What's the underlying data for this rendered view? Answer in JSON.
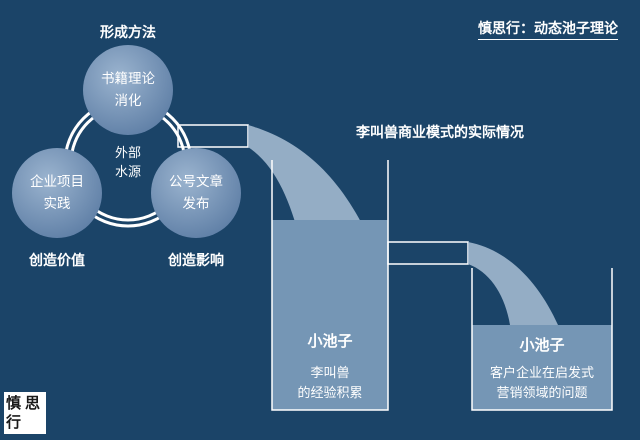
{
  "header": {
    "title": "慎思行：动态池子理论"
  },
  "cycle": {
    "heading": "形成方法",
    "top_node": {
      "line1": "书籍理论",
      "line2": "消化"
    },
    "left_node": {
      "line1": "企业项目",
      "line2": "实践"
    },
    "right_node": {
      "line1": "公号文章",
      "line2": "发布"
    },
    "center_label": {
      "line1": "外部",
      "line2": "水源"
    },
    "left_outcome": "创造价值",
    "right_outcome": "创造影响"
  },
  "pools": {
    "heading": "李叫兽商业模式的实际情况",
    "pool1": {
      "title": "小池子",
      "line1": "李叫兽",
      "line2": "的经验积累"
    },
    "pool2": {
      "title": "小池子",
      "line1": "客户企业在启发式",
      "line2": "营销领域的问题"
    }
  },
  "logo": {
    "chars": [
      "慎",
      "思",
      "行"
    ]
  },
  "colors": {
    "background": "#1b4468",
    "circle_fill": "#6f8fb3",
    "water": "#7596b5",
    "stream": "#a9c0d6",
    "line": "#ffffff"
  }
}
